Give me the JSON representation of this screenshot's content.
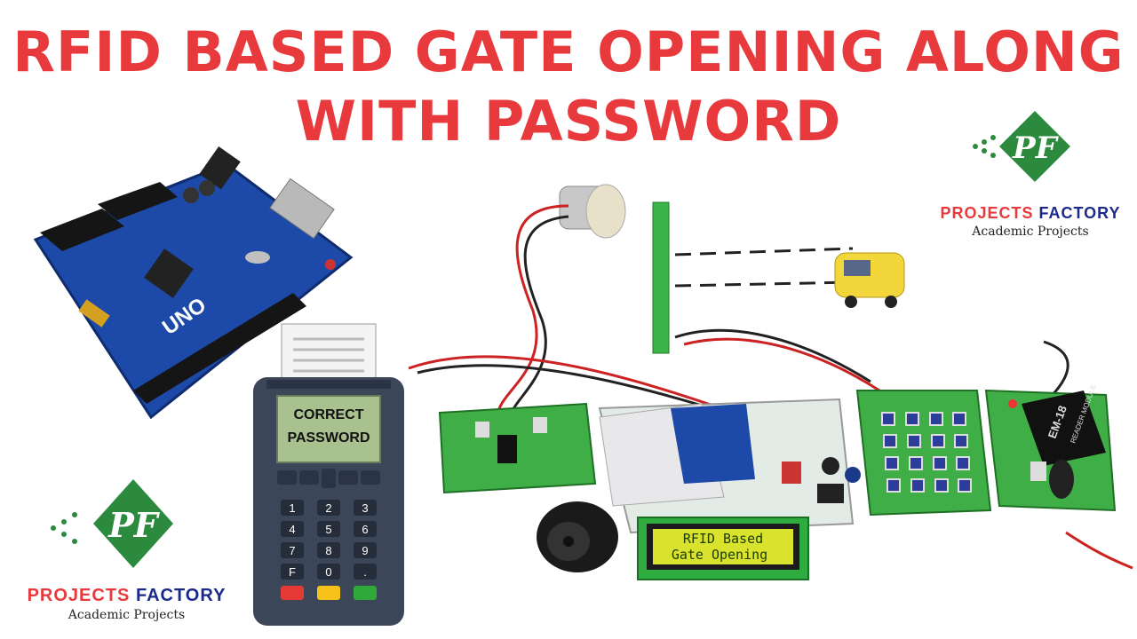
{
  "title": {
    "line1": "RFID BASED GATE OPENING ALONG",
    "line2": "WITH PASSWORD"
  },
  "brand": {
    "name_part1": "PROJECTS",
    "name_part2": "FACTORY",
    "subtitle": "Academic Projects",
    "logo_letters": "PF"
  },
  "terminal": {
    "line1": "CORRECT",
    "line2": "PASSWORD",
    "keys": [
      "1",
      "2",
      "3",
      "4",
      "5",
      "6",
      "7",
      "8",
      "9",
      "F",
      "0",
      "."
    ]
  },
  "lcd": {
    "line1": "RFID Based",
    "line2": "Gate Opening"
  },
  "rfid_module": {
    "label1": "EM-18",
    "label2": "READER MODULE"
  },
  "arduino": {
    "label": "UNO"
  }
}
